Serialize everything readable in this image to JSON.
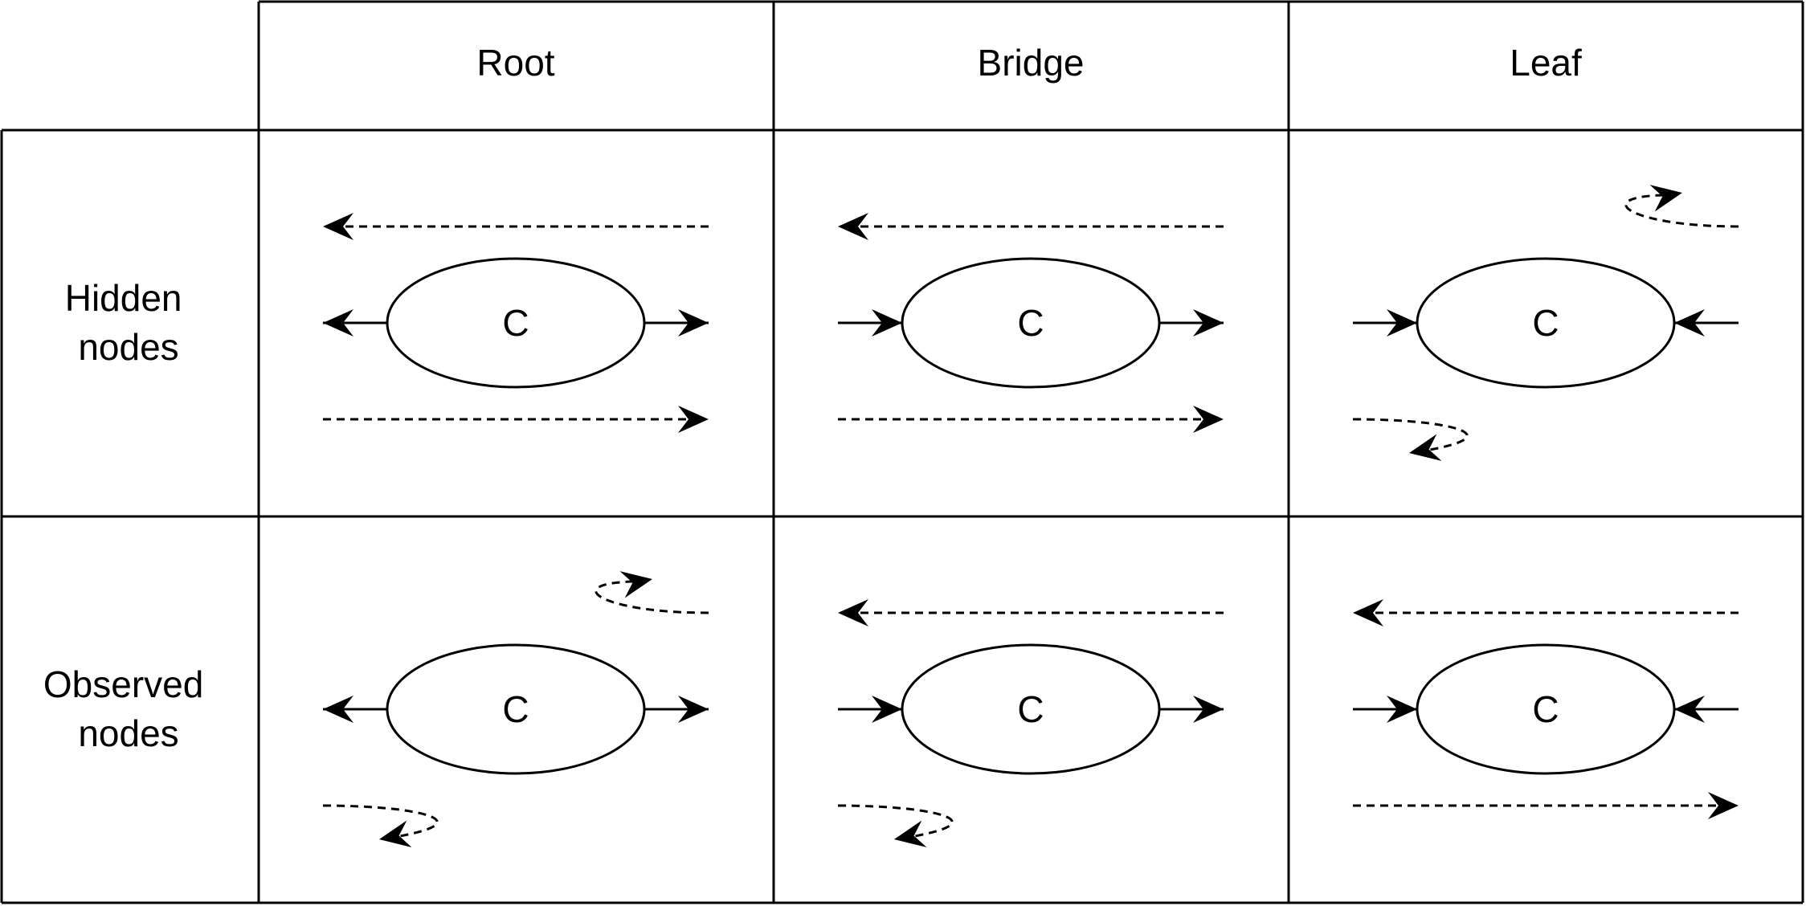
{
  "columns": [
    {
      "label": "Root"
    },
    {
      "label": "Bridge"
    },
    {
      "label": "Leaf"
    }
  ],
  "rows": [
    {
      "label_lines": [
        "Hidden",
        "nodes"
      ]
    },
    {
      "label_lines": [
        "Observed",
        "nodes"
      ]
    }
  ],
  "cells": [
    [
      {
        "node_label": "C",
        "left_arrow": "out",
        "right_arrow": "out",
        "top_flow": "left",
        "bottom_flow": "right"
      },
      {
        "node_label": "C",
        "left_arrow": "in",
        "right_arrow": "out",
        "top_flow": "left",
        "bottom_flow": "right"
      },
      {
        "node_label": "C",
        "left_arrow": "in",
        "right_arrow": "in",
        "top_flow": "bounce",
        "bottom_flow": "bounce"
      }
    ],
    [
      {
        "node_label": "C",
        "left_arrow": "out",
        "right_arrow": "out",
        "top_flow": "bounce",
        "bottom_flow": "bounce"
      },
      {
        "node_label": "C",
        "left_arrow": "in",
        "right_arrow": "out",
        "top_flow": "left",
        "bottom_flow": "bounce"
      },
      {
        "node_label": "C",
        "left_arrow": "in",
        "right_arrow": "in",
        "top_flow": "left",
        "bottom_flow": "right"
      }
    ]
  ]
}
